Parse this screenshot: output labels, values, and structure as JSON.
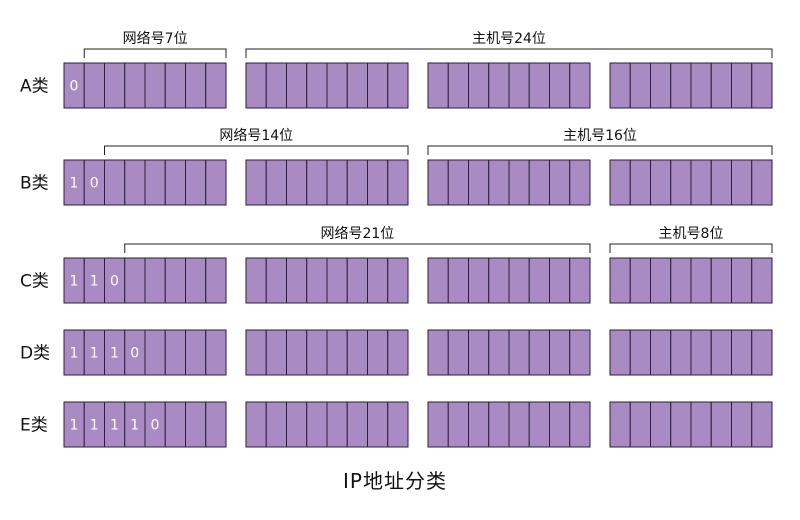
{
  "colors": {
    "cell_fill": "#a98ac2",
    "cell_stroke": "#2a1f3d"
  },
  "rows": [
    {
      "label": "A类",
      "prefix": [
        "0"
      ]
    },
    {
      "label": "B类",
      "prefix": [
        "1",
        "0"
      ]
    },
    {
      "label": "C类",
      "prefix": [
        "1",
        "1",
        "0"
      ]
    },
    {
      "label": "D类",
      "prefix": [
        "1",
        "1",
        "1",
        "0"
      ]
    },
    {
      "label": "E类",
      "prefix": [
        "1",
        "1",
        "1",
        "1",
        "0"
      ]
    }
  ],
  "braces": [
    {
      "row": 0,
      "label": "网络号7位",
      "from_bit": 1,
      "to_bit": 7
    },
    {
      "row": 0,
      "label": "主机号24位",
      "from_bit": 8,
      "to_bit": 31
    },
    {
      "row": 1,
      "label": "网络号14位",
      "from_bit": 2,
      "to_bit": 15
    },
    {
      "row": 1,
      "label": "主机号16位",
      "from_bit": 16,
      "to_bit": 31
    },
    {
      "row": 2,
      "label": "网络号21位",
      "from_bit": 3,
      "to_bit": 23
    },
    {
      "row": 2,
      "label": "主机号8位",
      "from_bit": 24,
      "to_bit": 31
    }
  ],
  "caption": "IP地址分类"
}
